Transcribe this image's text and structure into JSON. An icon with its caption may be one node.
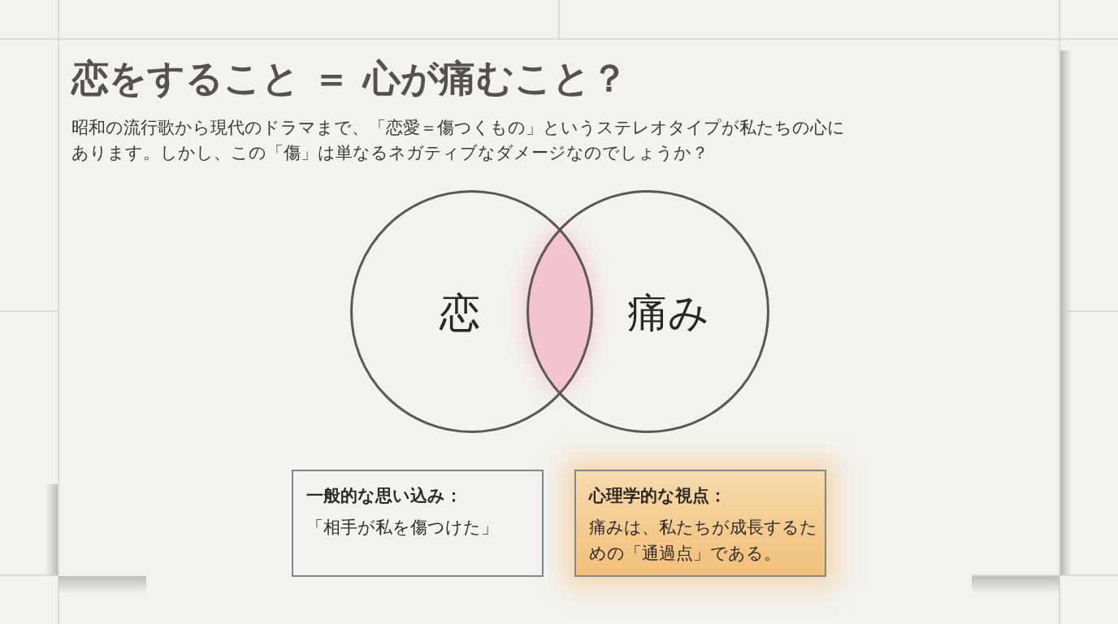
{
  "diagram": {
    "title": "恋をすること ＝ 心が痛むこと？",
    "nodes": [
      {
        "text": [
          "恋"
        ]
      },
      {
        "text": [
          "痛み"
        ]
      },
      {
        "text": [
          "一般的な思い込み：",
          "「相手が私を傷つけた」"
        ]
      },
      {
        "text": [
          "心理学的な視点：",
          "痛みは、私たちが成長するための「通過点」である。"
        ]
      }
    ],
    "labels": [
      "昭和の流行歌から現代のドラマまで、「恋愛＝傷つくもの」というステレオタイプが私たちの心にあります。しかし、この「傷」は単なるネガティブなダメージなのでしょうか？"
    ]
  }
}
